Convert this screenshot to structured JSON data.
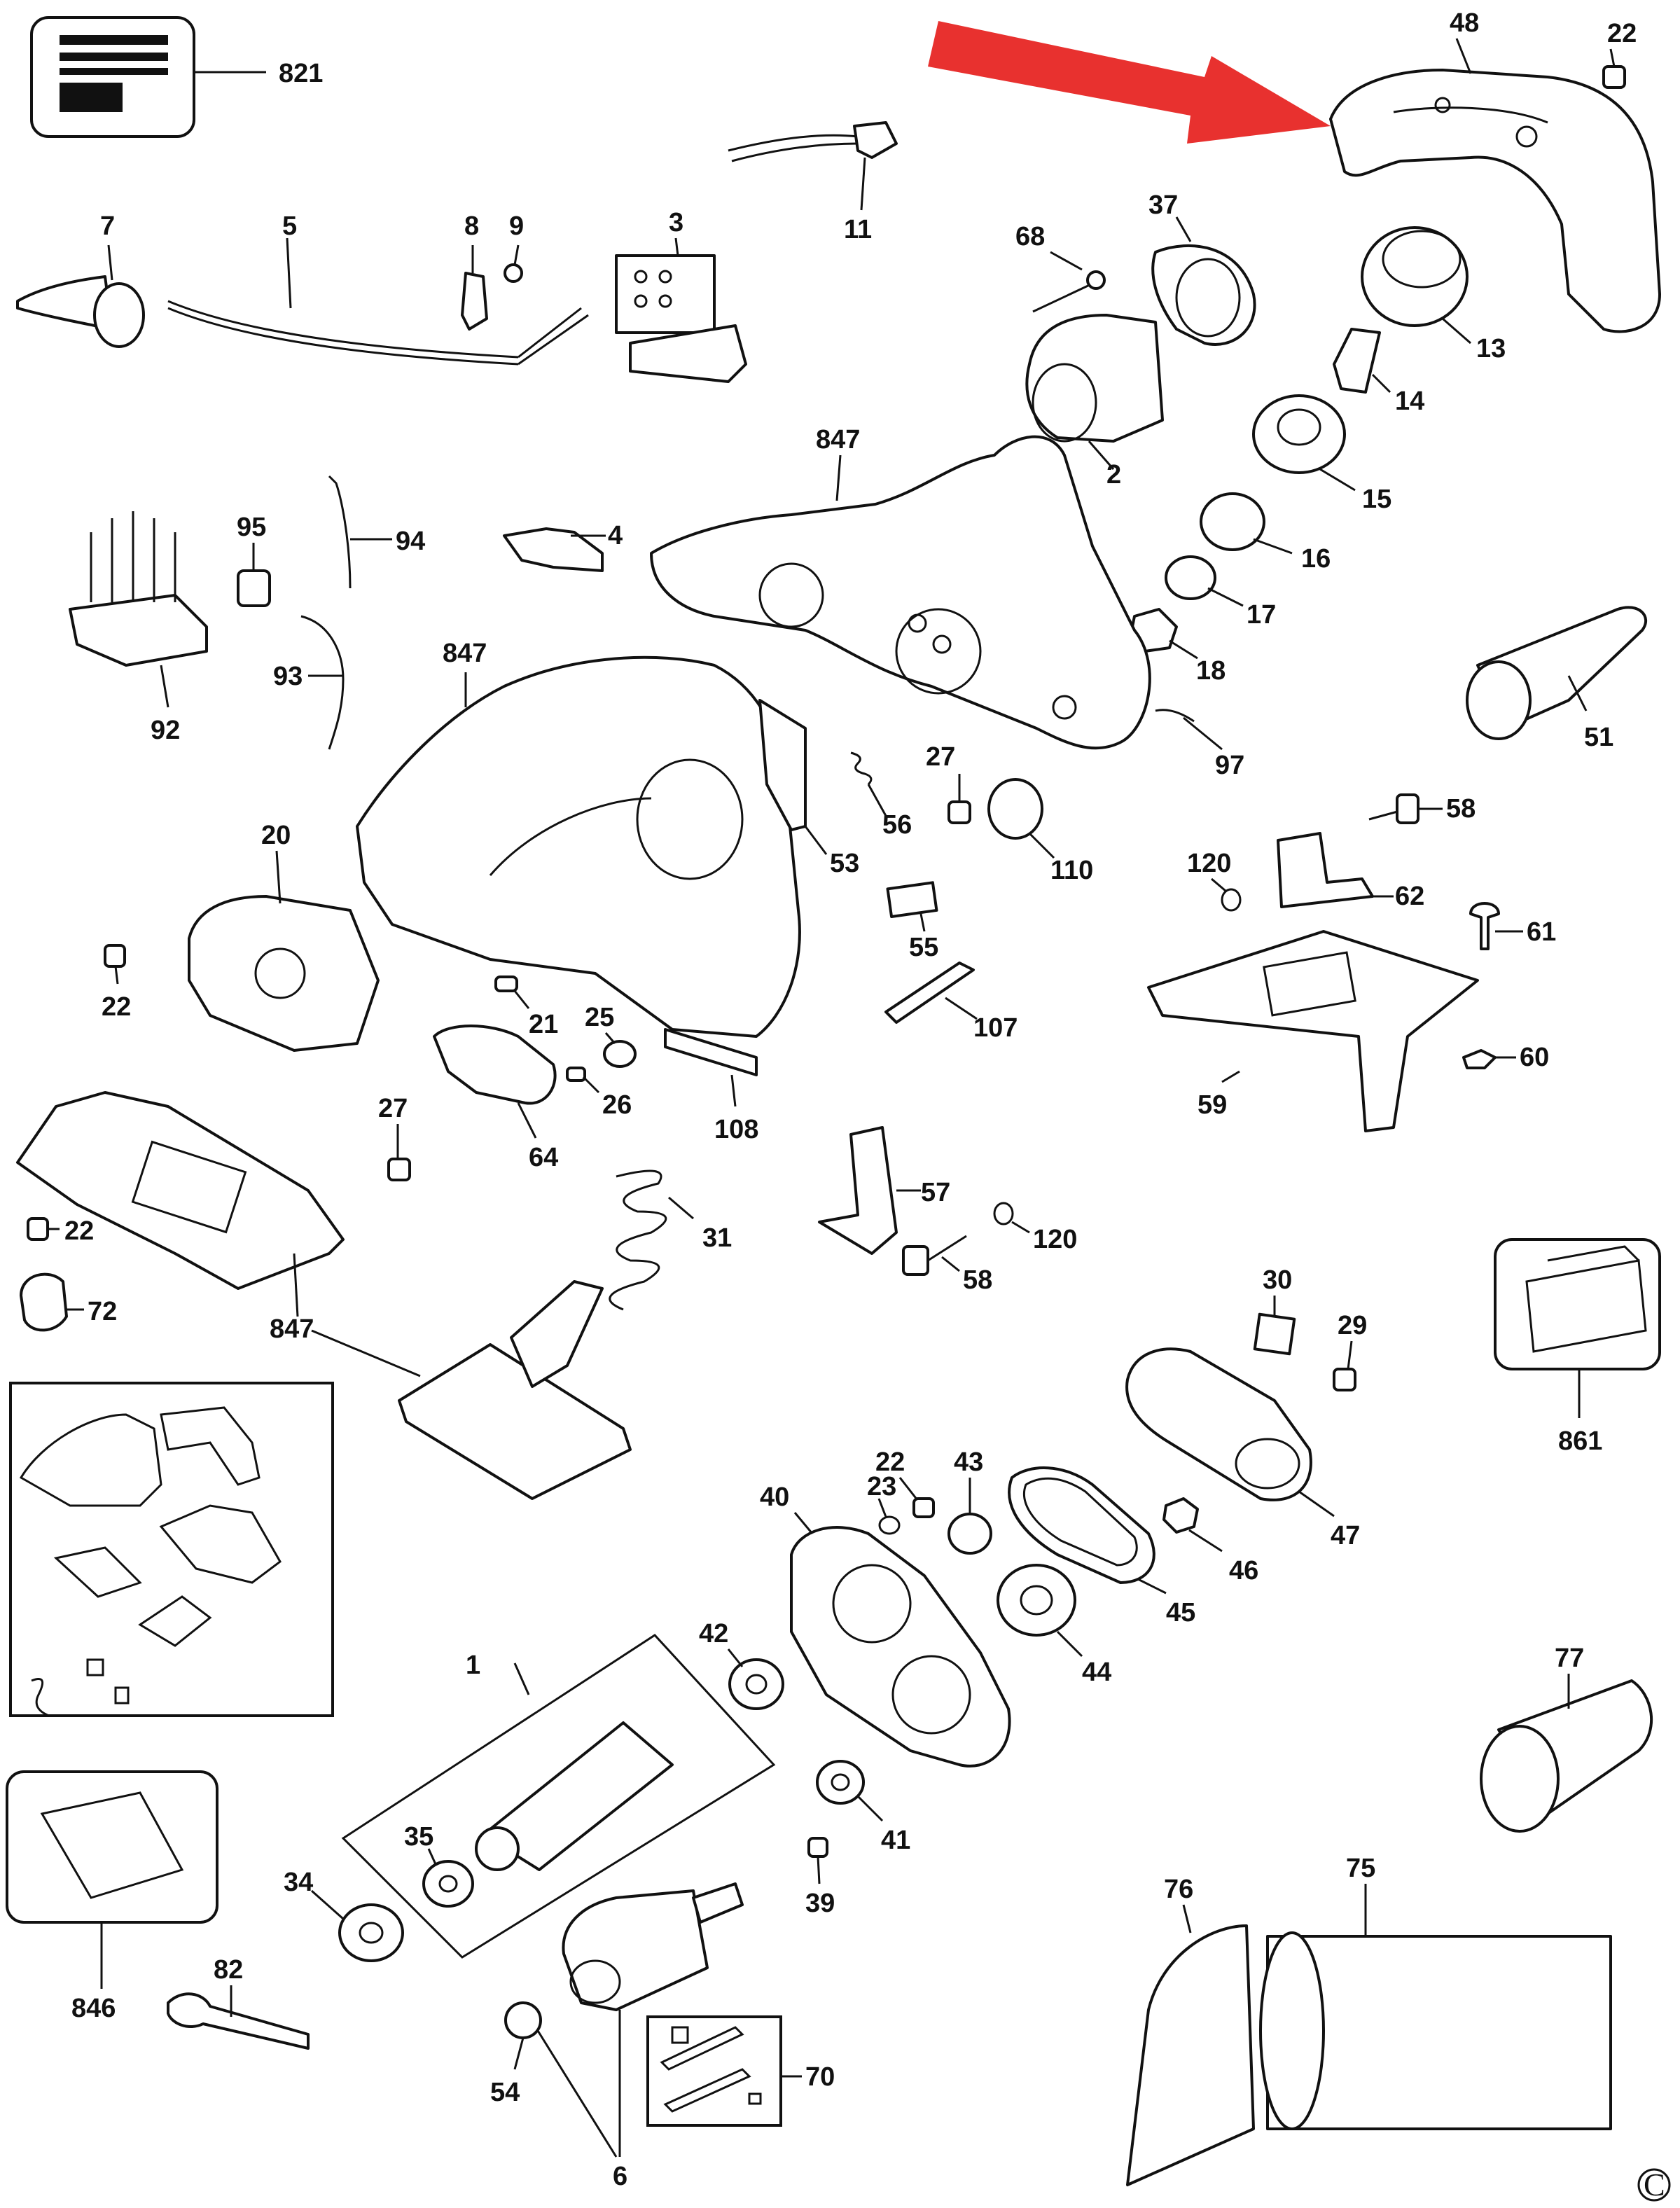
{
  "diagram": {
    "type": "exploded-parts-diagram",
    "copyright_mark": "C",
    "arrow_color": "#e8312f",
    "labels": [
      "821",
      "48",
      "22",
      "7",
      "5",
      "8",
      "9",
      "3",
      "11",
      "68",
      "37",
      "13",
      "14",
      "2",
      "847",
      "15",
      "95",
      "94",
      "4",
      "16",
      "92",
      "17",
      "93",
      "847",
      "18",
      "51",
      "97",
      "27",
      "56",
      "58",
      "110",
      "20",
      "53",
      "120",
      "62",
      "55",
      "61",
      "22",
      "21",
      "25",
      "107",
      "26",
      "60",
      "59",
      "27",
      "108",
      "64",
      "57",
      "120",
      "847",
      "22",
      "31",
      "58",
      "72",
      "30",
      "29",
      "847",
      "861",
      "22",
      "43",
      "40",
      "23",
      "47",
      "46",
      "45",
      "44",
      "42",
      "77",
      "1",
      "75",
      "35",
      "41",
      "34",
      "39",
      "76",
      "82",
      "846",
      "54",
      "70",
      "6"
    ]
  }
}
